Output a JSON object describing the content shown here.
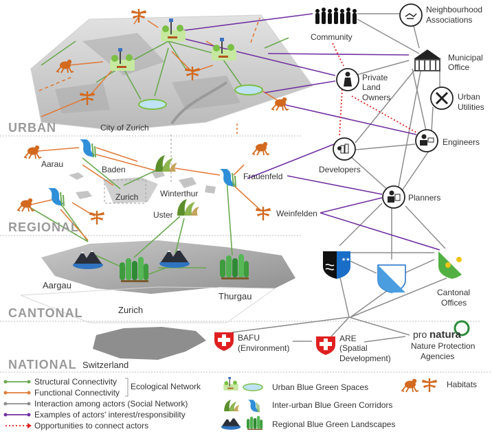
{
  "levels": {
    "urban": "URBAN",
    "regional": "REGIONAL",
    "cantonal": "CANTONAL",
    "national": "NATIONAL"
  },
  "places": {
    "city_of_zurich": "City of Zurich",
    "aarau": "Aarau",
    "baden": "Baden",
    "zurich_regional": "Zurich",
    "winterthur": "Winterthur",
    "uster": "Uster",
    "frauenfeld": "Frauenfeld",
    "weinfelden": "Weinfelden",
    "aargau": "Aargau",
    "zurich_canton": "Zurich",
    "thurgau": "Thurgau",
    "switzerland": "Switzerland"
  },
  "actors": {
    "community": "Community",
    "neighbourhood": [
      "Neighbourhood",
      "Associations"
    ],
    "municipal": [
      "Municipal",
      "Office"
    ],
    "private": [
      "Private",
      "Land",
      "Owners"
    ],
    "utilities": [
      "Urban",
      "Utilities"
    ],
    "engineers": "Engineers",
    "developers": "Developers",
    "planners": "Planners",
    "cantonal": [
      "Cantonal",
      "Offices"
    ],
    "bafu": [
      "BAFU",
      "(Environment)"
    ],
    "are": [
      "ARE",
      "(Spatial",
      "Development)"
    ],
    "pronatura_logo": [
      "pro",
      "natura"
    ],
    "pronatura": [
      "Nature Protection",
      "Agencies"
    ]
  },
  "legend": {
    "structural": "Structural Connectivity",
    "functional": "Functional Connectivity",
    "ecological_network": "Ecological Network",
    "interaction": "Interaction among actors (Social Network)",
    "interest": "Examples of actors' interest/responsibility",
    "opportunities": "Opportunities to connect actors",
    "urban_bg": "Urban Blue Green Spaces",
    "inter_urban": "Inter-urban Blue Green Corridors",
    "regional_bg": "Regional Blue Green Landscapes",
    "habitats": "Habitats"
  },
  "colors": {
    "structural": "#6aa84f",
    "functional": "#e07b39",
    "social": "#8c8c8c",
    "interest": "#7030a0",
    "opportunity": "#e02020",
    "habitat": "#d2691e",
    "level_text": "#9a9a9a"
  },
  "icons": [
    "dragonfly-icon",
    "frog-icon",
    "park-icon",
    "pond-icon",
    "river-corridor-icon",
    "mountain-lake-icon",
    "forest-icon",
    "people-group-icon",
    "handshake-icon",
    "city-hall-icon",
    "businessman-icon",
    "tools-icon",
    "engineer-icon",
    "developer-icon",
    "planner-icon",
    "swiss-cross-icon",
    "zurich-flag-icon",
    "aargau-flag-icon",
    "thurgau-flag-icon"
  ]
}
